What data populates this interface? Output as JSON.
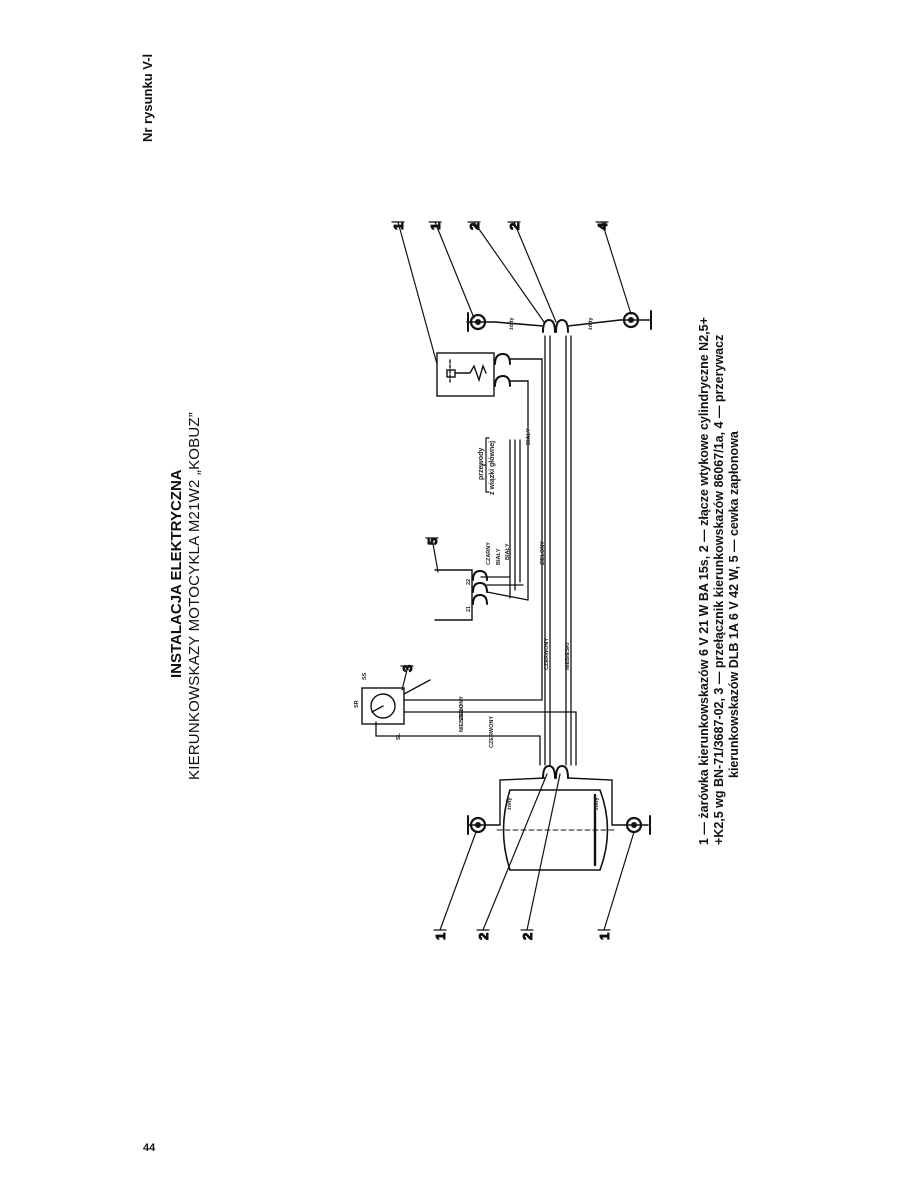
{
  "header": {
    "figure_label": "Nr rysunku V-l",
    "title": "INSTALACJA ELEKTRYCZNA",
    "subtitle": "KIERUNKOWSKAZY MOTOCYKLA M21W2 „KOBUZ”"
  },
  "page_number": "44",
  "diagram": {
    "callouts": {
      "lamp_tr": "1",
      "lamp_tl": "1",
      "lamp_br": "1",
      "lamp_bl": "1",
      "connector_top_a": "2",
      "connector_top_b": "2",
      "connector_bottom_a": "2",
      "connector_bottom_b": "2",
      "switch": "3",
      "interrupter": "4",
      "coil": "5"
    },
    "wire_labels": {
      "zolty": "żółty",
      "zielony": "ZIELONY",
      "niebieski": "NIEBIESKI",
      "czerwony": "CZERWONY",
      "czarny": "CZARNY",
      "bialy": "BIAŁY"
    },
    "terminals": {
      "sr": "SR",
      "ss": "SS",
      "sl": "SL",
      "t21": "21",
      "t22": "22"
    },
    "harness_note_line1": "przewody",
    "harness_note_line2": "z wiązki głównej"
  },
  "caption": {
    "line1": "1 — żarówka kierunkowskazów 6 V 21 W BA 15s, 2 — złącze wtykowe cylindryczne N2,5+",
    "line2": "+K2,5 wg BN-71/3687-02, 3 — przełącznik kierunkowskazów 86067/1a, 4 — przerywacz",
    "line3": "kierunkowskazów DLB 1A 6 V 42 W, 5 — cewka zapłonowa"
  }
}
